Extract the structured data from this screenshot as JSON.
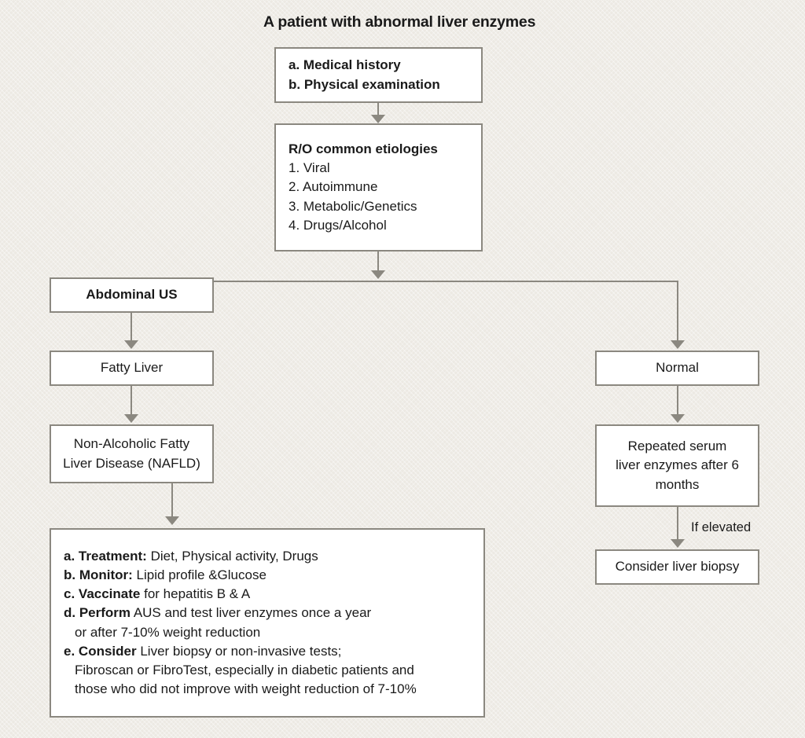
{
  "diagram": {
    "title": "A patient with abnormal liver enzymes",
    "background_color": "#ece9e3",
    "node_fill_color": "#ffffff",
    "node_border_color": "#8b8880",
    "connector_color": "#8b8880"
  },
  "nodes": {
    "initial_assessment": {
      "line1_bold": "a.",
      "line1_text": "Medical history",
      "line2_bold": "b.",
      "line2_text": "Physical examination"
    },
    "etiologies": {
      "heading": "R/O common etiologies",
      "items": [
        "1. Viral",
        "2. Autoimmune",
        "3. Metabolic/Genetics",
        "4. Drugs/Alcohol"
      ]
    },
    "abdominal_us": {
      "label": "Abdominal US"
    },
    "fatty_liver": {
      "label": "Fatty Liver"
    },
    "nafld": {
      "line1": "Non-Alcoholic Fatty",
      "line2": "Liver Disease (NAFLD)"
    },
    "management": {
      "items": [
        {
          "marker": "a.",
          "bold": "Treatment:",
          "rest": " Diet, Physical activity, Drugs"
        },
        {
          "marker": "b.",
          "bold": "Monitor:",
          "rest": " Lipid profile &Glucose"
        },
        {
          "marker": "c.",
          "bold": "Vaccinate",
          "rest": " for hepatitis B & A"
        },
        {
          "marker": "d.",
          "bold": "Perform",
          "rest": " AUS and test liver enzymes once a year"
        },
        {
          "marker": "",
          "bold": "",
          "rest": "or after 7-10% weight reduction",
          "indent": true
        },
        {
          "marker": "e.",
          "bold": "Consider",
          "rest": " Liver biopsy or non-invasive tests;"
        },
        {
          "marker": "",
          "bold": "",
          "rest": "Fibroscan or FibroTest, especially in diabetic patients and",
          "indent": true
        },
        {
          "marker": "",
          "bold": "",
          "rest": "those who did not improve with weight reduction of 7-10%",
          "indent": true
        }
      ]
    },
    "normal": {
      "label": "Normal"
    },
    "repeat_enzymes": {
      "line1": "Repeated serum",
      "line2": "liver enzymes after 6",
      "line3": "months"
    },
    "consider_biopsy": {
      "label": "Consider liver biopsy"
    }
  },
  "edges": {
    "if_elevated_label": "If elevated"
  }
}
